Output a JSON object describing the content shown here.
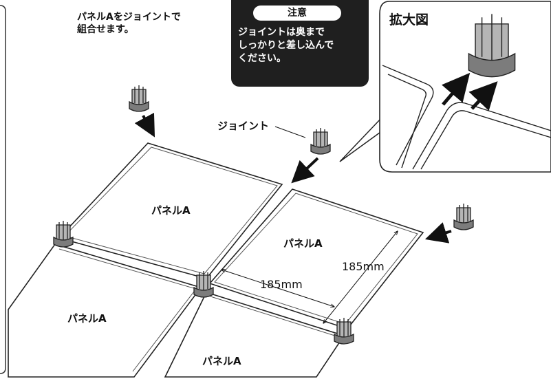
{
  "instruction": {
    "line1": "パネルAをジョイントで",
    "line2": "組合せます。"
  },
  "warning": {
    "title": "注意",
    "lines": [
      "ジョイントは奥まで",
      "しっかりと差し込んで",
      "ください。"
    ]
  },
  "zoom": {
    "title": "拡大図"
  },
  "callout": {
    "joint_label": "ジョイント"
  },
  "panels": [
    "パネルA",
    "パネルA",
    "パネルA",
    "パネルA"
  ],
  "dimensions": {
    "width": "185mm",
    "depth": "185mm"
  },
  "icons": [
    "warning-icon",
    "arrow-icon",
    "joint-icon"
  ],
  "colors": {
    "warning_bg": "#1f1f1f",
    "joint_fill": "#9a9a9a",
    "outline": "#222222"
  }
}
